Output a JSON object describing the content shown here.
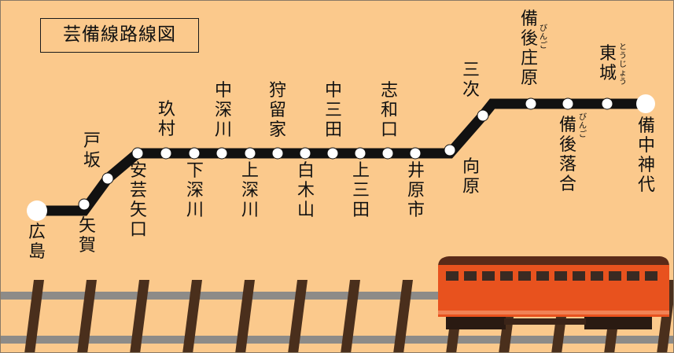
{
  "diagram": {
    "title": "芸備線路線図",
    "stations": [
      {
        "name": "広島"
      },
      {
        "name": "矢賀"
      },
      {
        "name": "戸坂"
      },
      {
        "name": "安芸矢口"
      },
      {
        "name": "玖村"
      },
      {
        "name": "下深川"
      },
      {
        "name": "中深川"
      },
      {
        "name": "上深川"
      },
      {
        "name": "狩留家"
      },
      {
        "name": "白木山"
      },
      {
        "name": "中三田"
      },
      {
        "name": "上三田"
      },
      {
        "name": "志和口"
      },
      {
        "name": "井原市"
      },
      {
        "name": "向原"
      },
      {
        "name": "三次"
      },
      {
        "name": "備後庄原",
        "ruby": "びんご"
      },
      {
        "name": "備後落合",
        "ruby": "びんご"
      },
      {
        "name": "東城",
        "ruby": "とうじょう"
      },
      {
        "name": "備中神代"
      }
    ]
  },
  "colors": {
    "background": "#fbc98c",
    "line": "#111111",
    "station": "#ffffff",
    "rail": "#8d8b88",
    "sleeper": "#4a2f1c",
    "train_body": "#e8521e",
    "train_roof": "#5a2a18"
  }
}
